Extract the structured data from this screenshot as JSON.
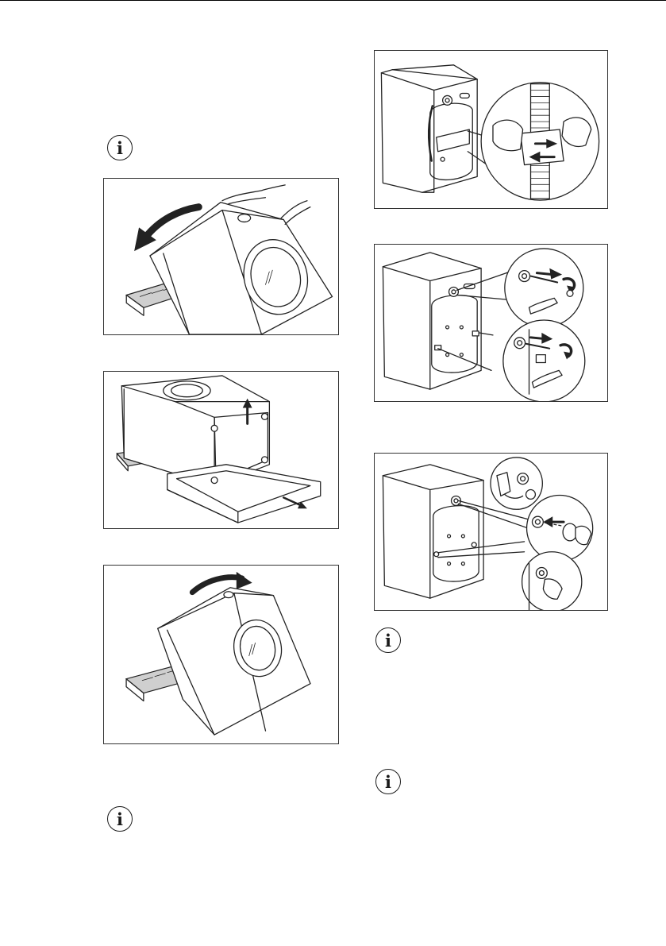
{
  "page": {
    "icons": [
      {
        "name": "info-icon",
        "glyph": "i"
      }
    ],
    "figures": [
      {
        "id": "tilt-machine-back-onto-rails"
      },
      {
        "id": "remove-polystyrene-base"
      },
      {
        "id": "tilt-machine-upright"
      },
      {
        "id": "remove-hose-from-holder"
      },
      {
        "id": "remove-transit-bolts"
      },
      {
        "id": "fit-plastic-caps"
      }
    ]
  }
}
